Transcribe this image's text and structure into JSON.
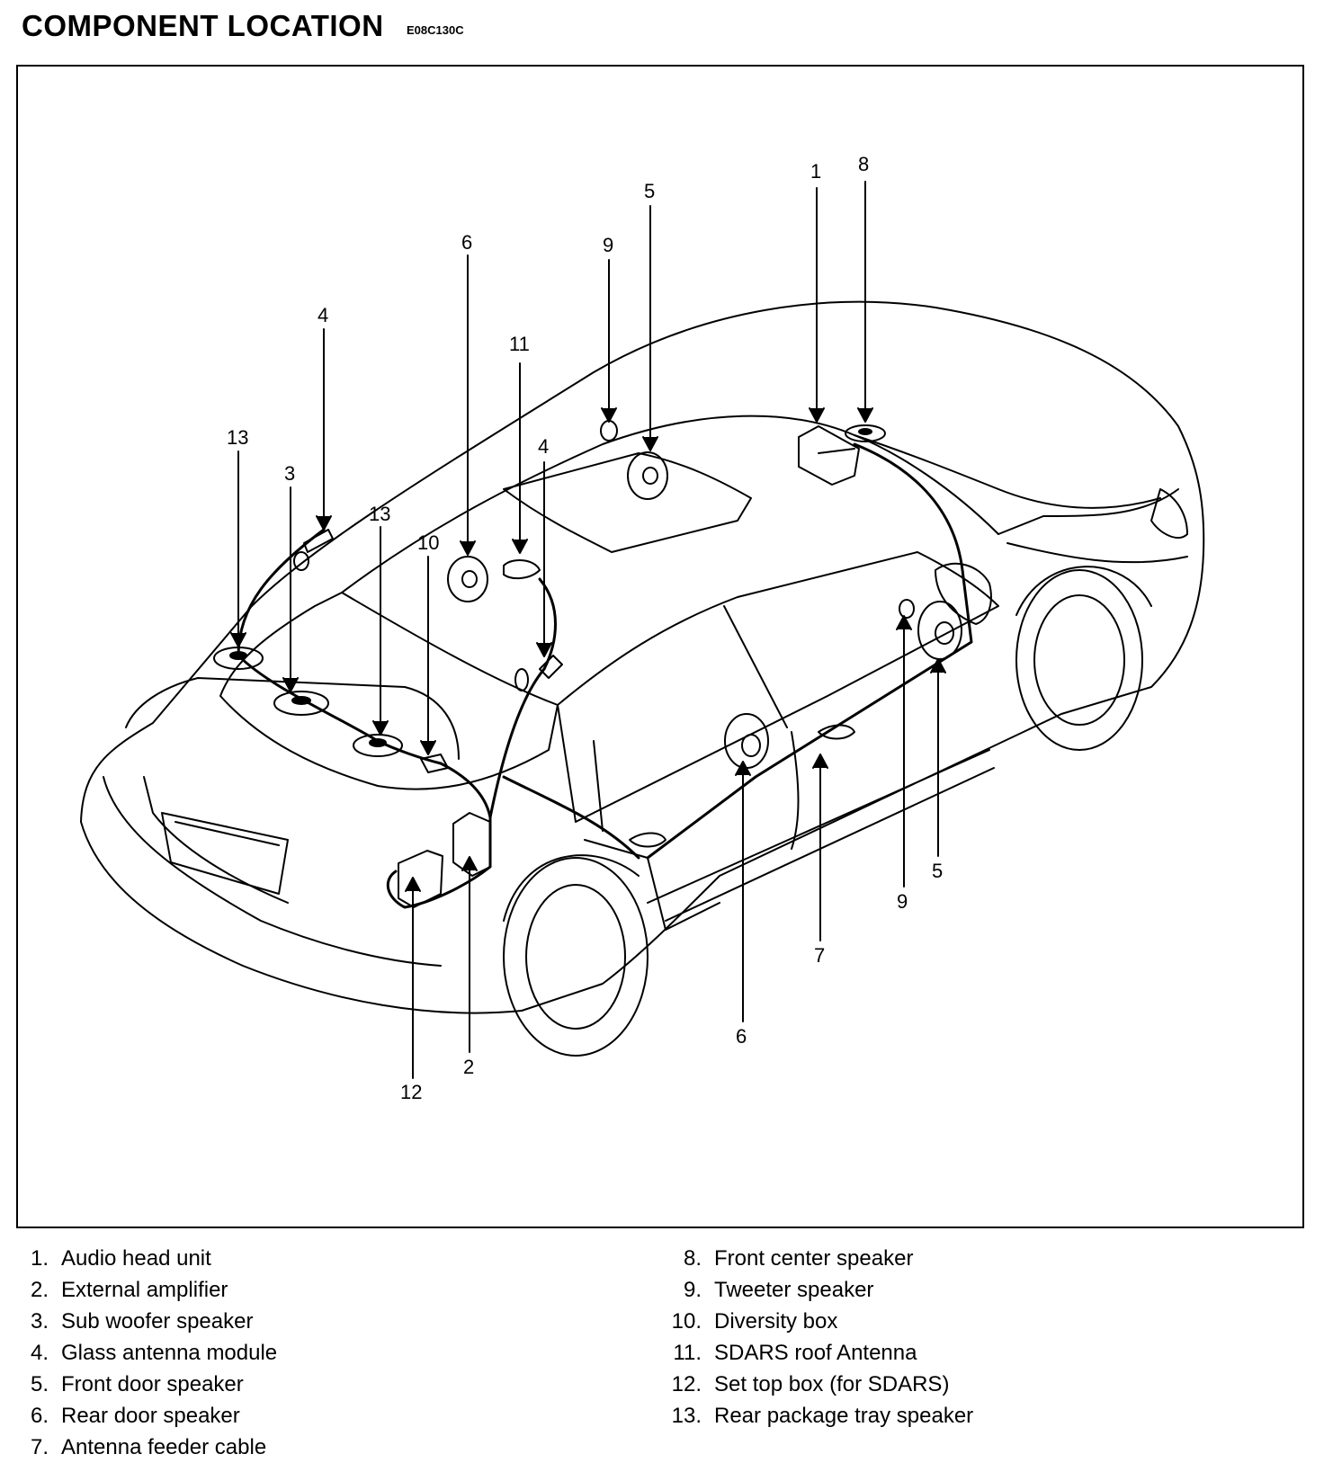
{
  "header": {
    "title": "COMPONENT LOCATION",
    "code": "E08C130C"
  },
  "legend": {
    "left": [
      {
        "num": "1.",
        "label": "Audio head unit"
      },
      {
        "num": "2.",
        "label": "External amplifier"
      },
      {
        "num": "3.",
        "label": "Sub woofer speaker"
      },
      {
        "num": "4.",
        "label": "Glass antenna module"
      },
      {
        "num": "5.",
        "label": "Front door speaker"
      },
      {
        "num": "6.",
        "label": "Rear door speaker"
      },
      {
        "num": "7.",
        "label": "Antenna feeder cable"
      }
    ],
    "right": [
      {
        "num": "8.",
        "label": "Front center speaker"
      },
      {
        "num": "9.",
        "label": "Tweeter speaker"
      },
      {
        "num": "10.",
        "label": "Diversity box"
      },
      {
        "num": "11.",
        "label": "SDARS roof Antenna"
      },
      {
        "num": "12.",
        "label": "Set top box (for SDARS)"
      },
      {
        "num": "13.",
        "label": "Rear package tray speaker"
      }
    ]
  },
  "callouts": [
    "1",
    "8",
    "5",
    "6",
    "9",
    "11",
    "4",
    "13",
    "3",
    "13",
    "10",
    "4",
    "9",
    "5",
    "7",
    "6",
    "2",
    "12"
  ]
}
